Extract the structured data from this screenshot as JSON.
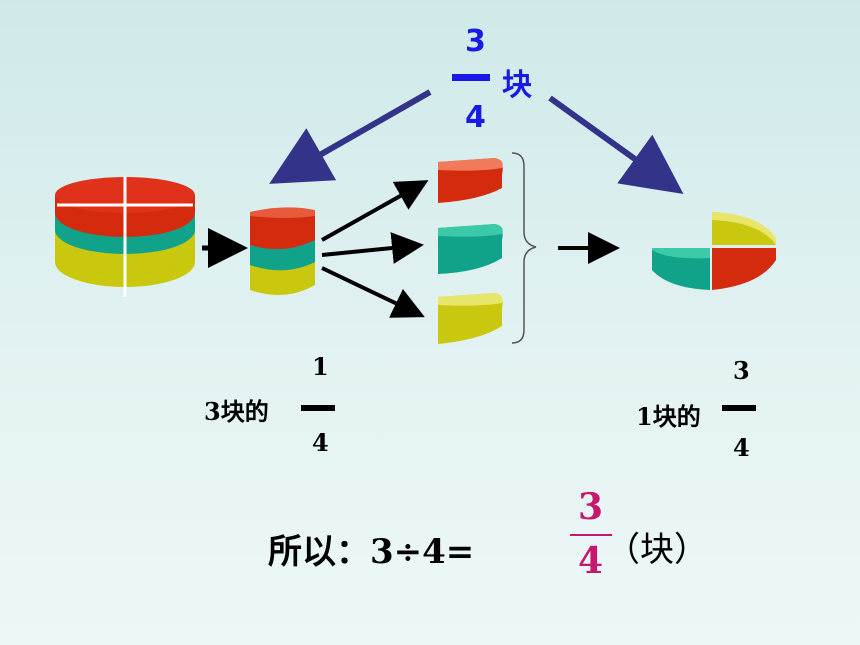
{
  "top_fraction": {
    "numerator": "3",
    "denominator": "4",
    "unit": "块",
    "color": "#1a1ae6"
  },
  "left_label": {
    "prefix": "3块的",
    "numerator": "1",
    "denominator": "4"
  },
  "right_label": {
    "prefix": "1块的",
    "numerator": "3",
    "denominator": "4"
  },
  "conclusion": {
    "text": "所以：3÷4=",
    "numerator": "3",
    "denominator": "4",
    "unit": "（块）",
    "fraction_color": "#c8176f"
  },
  "colors": {
    "red": "#d42a0e",
    "teal": "#10a38a",
    "yellow": "#c9c80f",
    "arrow_blue": "#33338a"
  }
}
